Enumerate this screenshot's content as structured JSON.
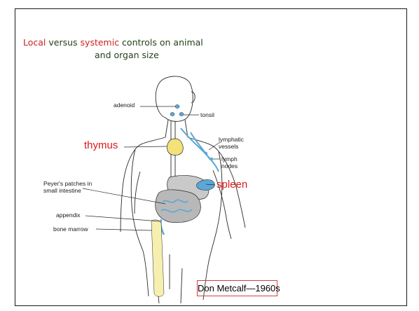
{
  "title": {
    "line1_local": "Local",
    "line1_versus": " versus ",
    "line1_systemic": "systemic",
    "line1_rest": " controls on animal",
    "line2": "and organ size"
  },
  "figure": {
    "labels": {
      "adenoid": "adenoid",
      "tonsil": "tonsil",
      "lymphatic_vessels": [
        "lymphatic",
        "vessels"
      ],
      "lymph_nodes": [
        "lymph",
        "nodes"
      ],
      "peyers_patches": [
        "Peyer's patches in",
        "small intestine"
      ],
      "appendix": "appendix",
      "bone_marrow": "bone marrow"
    },
    "highlight_labels": {
      "thymus": "thymus",
      "spleen": "spleen"
    }
  },
  "credit": "Don Metcalf—1960s",
  "colors": {
    "title_green": "#1f3f17",
    "emphasis_red": "#cf1f1f",
    "lymph_blue": "#5aa8d8",
    "thymus_yellow": "#f3e27a",
    "credit_border": "#d24040"
  }
}
